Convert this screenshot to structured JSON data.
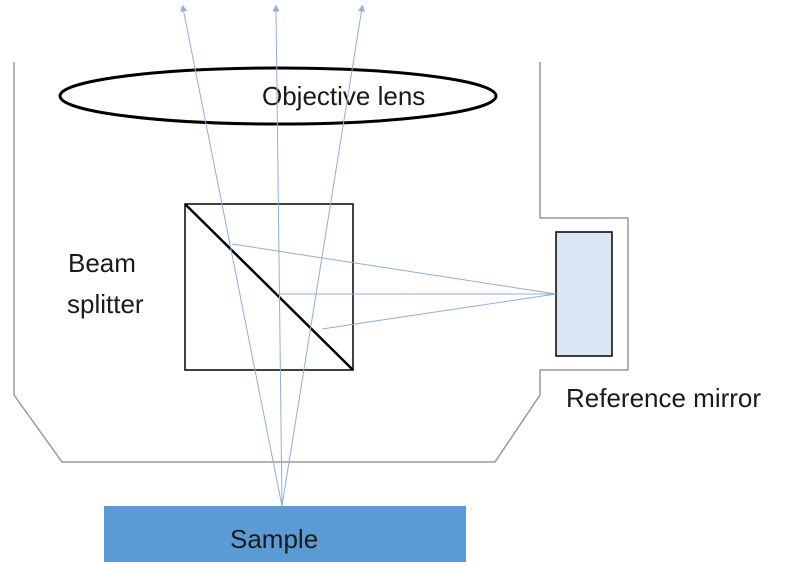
{
  "labels": {
    "objective_lens": "Objective lens",
    "beam_splitter_line1": "Beam",
    "beam_splitter_line2": "splitter",
    "reference_mirror": "Reference mirror",
    "sample": "Sample"
  },
  "colors": {
    "ray": "#8fb0d8",
    "sample_fill": "#5b9bd5",
    "mirror_fill": "#dbe6f5",
    "outline": "#000000",
    "housing": "#9a9a9a"
  }
}
